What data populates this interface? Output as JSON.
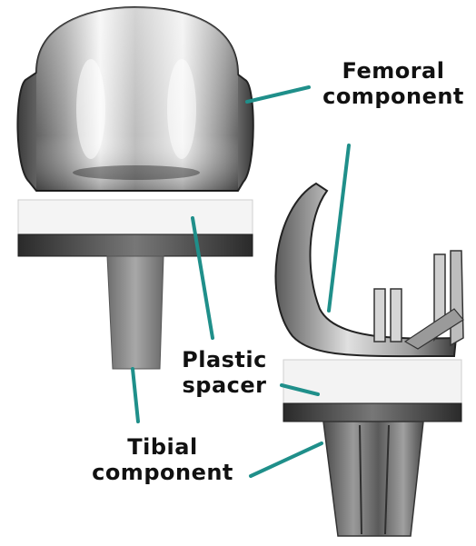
{
  "labels": {
    "femoral": {
      "line1": "Femoral",
      "line2": "component"
    },
    "plastic": {
      "line1": "Plastic",
      "line2": "spacer"
    },
    "tibial": {
      "line1": "Tibial",
      "line2": "component"
    }
  },
  "colors": {
    "leader": "#1f8f8a",
    "metal_dark": "#3a3a3a",
    "metal_mid": "#8a8a8a",
    "metal_light": "#e6e6e6",
    "plastic": "#f2f2f2"
  }
}
